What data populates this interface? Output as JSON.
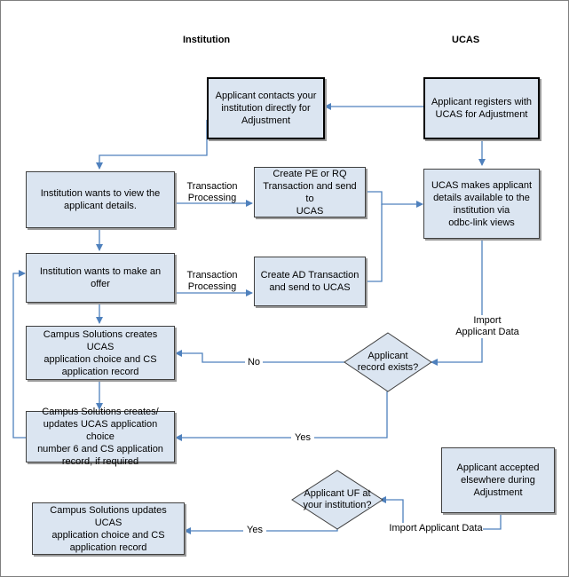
{
  "columns": {
    "institution": "Institution",
    "ucas": "UCAS"
  },
  "boxes": {
    "applicant_contacts": "Applicant contacts your\ninstitution directly for\nAdjustment",
    "applicant_registers": "Applicant registers with\nUCAS for Adjustment",
    "view_details": "Institution wants to view the\napplicant details.",
    "create_pe_rq": "Create PE  or RQ\nTransaction and send to\nUCAS",
    "ucas_makes_available": "UCAS makes applicant\ndetails available to the\ninstitution via\nodbc-link views",
    "make_offer": "Institution wants to make an offer",
    "create_ad": "Create AD Transaction\nand send to UCAS",
    "cs_creates_choice": "Campus Solutions creates UCAS\napplication choice and CS\napplication record",
    "cs_creates_updates_choice6": "Campus Solutions creates/\nupdates UCAS application choice\nnumber 6 and CS application\nrecord, if required",
    "accepted_elsewhere": "Applicant accepted\nelsewhere during\nAdjustment",
    "cs_updates_choice": "Campus Solutions updates UCAS\napplication choice and CS\napplication record"
  },
  "decisions": {
    "record_exists": "Applicant\nrecord exists?",
    "uf_at_institution": "Applicant UF at\nyour institution?"
  },
  "edge_labels": {
    "transaction_processing_1": "Transaction\nProcessing",
    "transaction_processing_2": "Transaction\nProcessing",
    "import_applicant_data_1": "Import\nApplicant Data",
    "no": "No",
    "yes_1": "Yes",
    "import_applicant_data_2": "Import Applicant Data",
    "yes_2": "Yes"
  },
  "colors": {
    "box_fill": "#dbe5f1",
    "arrow": "#4f81bd",
    "decision_fill": "#dbe5f1"
  }
}
